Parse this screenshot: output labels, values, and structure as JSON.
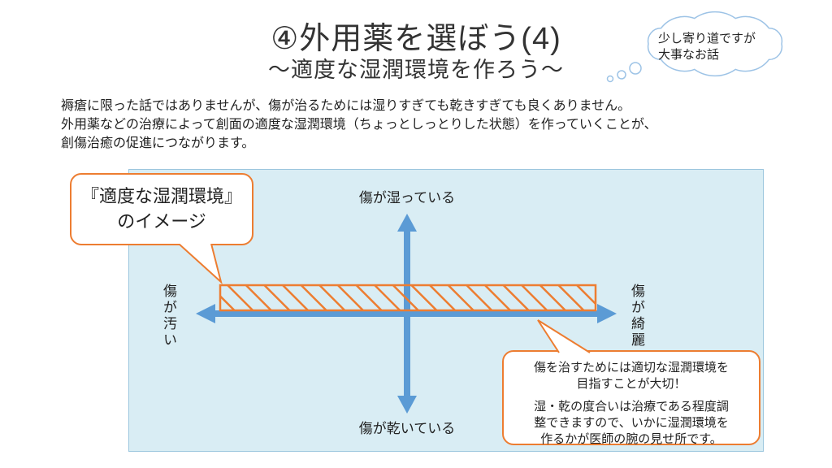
{
  "slide": {
    "title": "④外用薬を選ぼう(4)",
    "subtitle": "～適度な湿潤環境を作ろう～",
    "cloud_note": {
      "line1": "少し寄り道ですが",
      "line2": "大事なお話"
    },
    "body_lines": [
      "褥瘡に限った話ではありませんが、傷が治るためには湿りすぎても乾きすぎても良くありません。",
      "外用薬などの治療によって創面の適度な湿潤環境（ちょっとしっとりした状態）を作っていくことが、",
      "創傷治癒の促進につながります。"
    ],
    "diagram": {
      "label_top": "傷が湿っている",
      "label_bottom": "傷が乾いている",
      "label_left": "傷が汚い",
      "label_right": "傷が綺麗",
      "callout_image": {
        "text": "『適度な湿潤環境』\nのイメージ"
      },
      "callout_note": {
        "para1": "傷を治すためには適切な湿潤環境を\n目指すことが大切！",
        "para2": "湿・乾の度合いは治療である程度調\n整できますので、いかに湿潤環境を\n作るかが医師の腕の見せ所です。"
      }
    },
    "colors": {
      "arrow_blue": "#5b9bd5",
      "panel_fill": "#d9edf4",
      "panel_border": "#9cc6de",
      "accent_orange": "#ed7d31",
      "cloud_border": "#9dc3e6",
      "text": "#222222"
    }
  }
}
